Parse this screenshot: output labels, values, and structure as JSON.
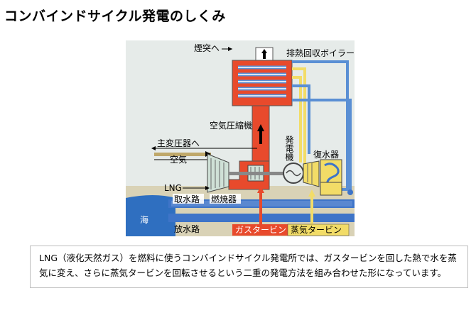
{
  "title": "コンバインドサイクル発電のしくみ",
  "diagram": {
    "labels": {
      "chimney": "煙突へ",
      "boiler": "排熱回収ボイラー",
      "compressor": "空気圧縮機",
      "transformer": "主変圧器へ",
      "air": "空気",
      "generator": "発電機",
      "condenser": "復水器",
      "lng": "LNG",
      "sea": "海",
      "intake": "取水路",
      "combustor": "燃焼器",
      "outlet": "放水路",
      "gas_turbine": "ガスタービン",
      "steam_turbine": "蒸気タービン"
    },
    "colors": {
      "sky": "#e6ebe9",
      "ground": "#d9d2b6",
      "sea": "#2f6fc0",
      "exhaust_red": "#e84a2c",
      "boiler_blue": "#5a8fd4",
      "steam_yellow": "#f2dc67",
      "water_blue": "#3e74c8"
    }
  },
  "caption": "LNG（液化天然ガス）を燃料に使うコンバインドサイクル発電所では、ガスタービンを回した熱で水を蒸気に変え、さらに蒸気タービンを回転させるという二重の発電方法を組み合わせた形になっています。"
}
